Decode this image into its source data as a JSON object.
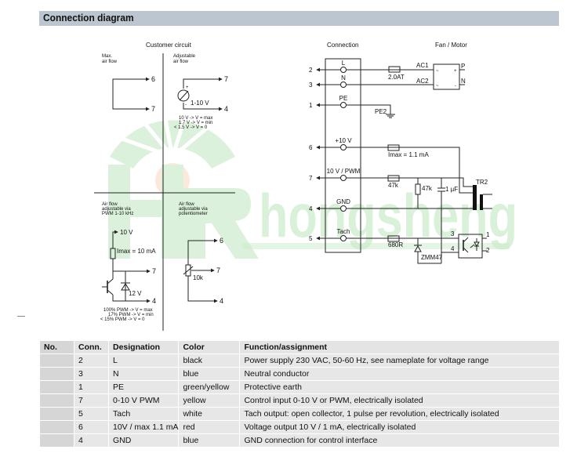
{
  "header": {
    "title": "Connection diagram"
  },
  "watermark": {
    "text": "hongsheng",
    "logo": "HR-logo"
  },
  "customer_circuit": {
    "title": "Customer circuit",
    "max_airflow": {
      "label_line1": "Max.",
      "label_line2": "air flow",
      "term_a": "6",
      "term_b": "7"
    },
    "adjustable_airflow": {
      "label_line1": "Adjustable",
      "label_line2": "air flow",
      "source_plus": "+",
      "source_minus": "-",
      "source_label": "1-10 V",
      "term_a": "7",
      "term_b": "4",
      "notes": [
        "10 V -> V = max",
        "1.7 V -> V = min",
        "< 1.5 V -> V = 0"
      ]
    },
    "pwm_airflow": {
      "label_lines": [
        "Air flow",
        "adjustable via",
        "PWM 1-10 kHz"
      ],
      "supply": "10 V",
      "resistor": "Imax = 10 mA",
      "zener": "12 V",
      "term_a": "7",
      "term_b": "4",
      "notes": [
        "100% PWM -> V = max",
        "17% PWM -> V = min",
        "< 15% PWM -> V = 0"
      ]
    },
    "pot_airflow": {
      "label_lines": [
        "Air flow",
        "adjustable via",
        "potentiometer"
      ],
      "pot": "10k",
      "term_a": "6",
      "term_b": "7",
      "term_c": "4"
    }
  },
  "connection": {
    "title": "Connection",
    "pins": [
      {
        "no": "2",
        "label": "L"
      },
      {
        "no": "3",
        "label": "N"
      },
      {
        "no": "1",
        "label": "PE"
      },
      {
        "no": "6",
        "label": "+10 V"
      },
      {
        "no": "7",
        "label": "10 V / PWM"
      },
      {
        "no": "4",
        "label": "GND"
      },
      {
        "no": "5",
        "label": "Tach"
      }
    ],
    "fuse": "2.0AT",
    "pe2": "PE2",
    "r_10v": "Imax = 1.1 mA",
    "r_pwm": "47k",
    "r_shunt": "47k",
    "cap": "1 µF",
    "transformer": "TR2",
    "r_tach": "680R",
    "zener": "ZMM47",
    "opto_pins": [
      "3",
      "4",
      "1",
      "2"
    ]
  },
  "fan_motor": {
    "title": "Fan / Motor",
    "ac1": "AC1",
    "ac2": "AC2",
    "p": "P",
    "n": "N",
    "signs": [
      "~",
      "+",
      "~",
      "-"
    ]
  },
  "table": {
    "headers": [
      "No.",
      "Conn.",
      "Designation",
      "Color",
      "Function/assignment"
    ],
    "rows": [
      {
        "no": "",
        "conn": "2",
        "designation": "L",
        "color": "black",
        "function": "Power supply 230 VAC, 50-60 Hz, see nameplate for voltage range"
      },
      {
        "no": "",
        "conn": "3",
        "designation": "N",
        "color": "blue",
        "function": "Neutral conductor"
      },
      {
        "no": "",
        "conn": "1",
        "designation": "PE",
        "color": "green/yellow",
        "function": "Protective earth"
      },
      {
        "no": "",
        "conn": "7",
        "designation": "0-10 V PWM",
        "color": "yellow",
        "function": "Control input 0-10 V or PWM, electrically isolated"
      },
      {
        "no": "",
        "conn": "5",
        "designation": "Tach",
        "color": "white",
        "function": "Tach output: open collector, 1 pulse per revolution, electrically isolated"
      },
      {
        "no": "",
        "conn": "6",
        "designation": "10V / max 1.1 mA",
        "color": "red",
        "function": "Voltage output 10 V / 1 mA, electrically isolated"
      },
      {
        "no": "",
        "conn": "4",
        "designation": "GND",
        "color": "blue",
        "function": "GND connection for control interface"
      }
    ]
  },
  "colors": {
    "title_bar": "#bcc6d1",
    "watermark_green": "#cfeccf",
    "watermark_orange": "#fbe0cf",
    "table_cell": "#e7e7e7",
    "table_no_cell": "#d6d6d6"
  }
}
